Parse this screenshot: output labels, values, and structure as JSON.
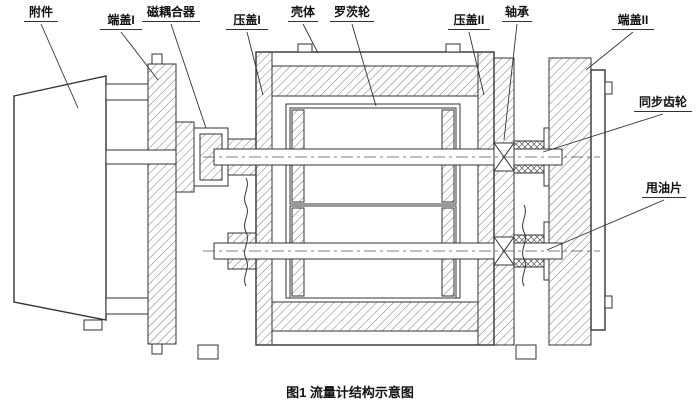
{
  "figure": {
    "caption": "图1 流量计结构示意图"
  },
  "labels": {
    "accessory": "附件",
    "end_cover_1": "端盖I",
    "magnetic_coupler": "磁耦合器",
    "gland_1": "压盖I",
    "housing": "壳体",
    "roots_rotor": "罗茨轮",
    "gland_2": "压盖II",
    "bearing": "轴承",
    "end_cover_2": "端盖II",
    "synchronous_gear": "同步齿轮",
    "oil_slinger": "甩油片"
  },
  "colors": {
    "line": "#333333",
    "background": "#ffffff"
  }
}
